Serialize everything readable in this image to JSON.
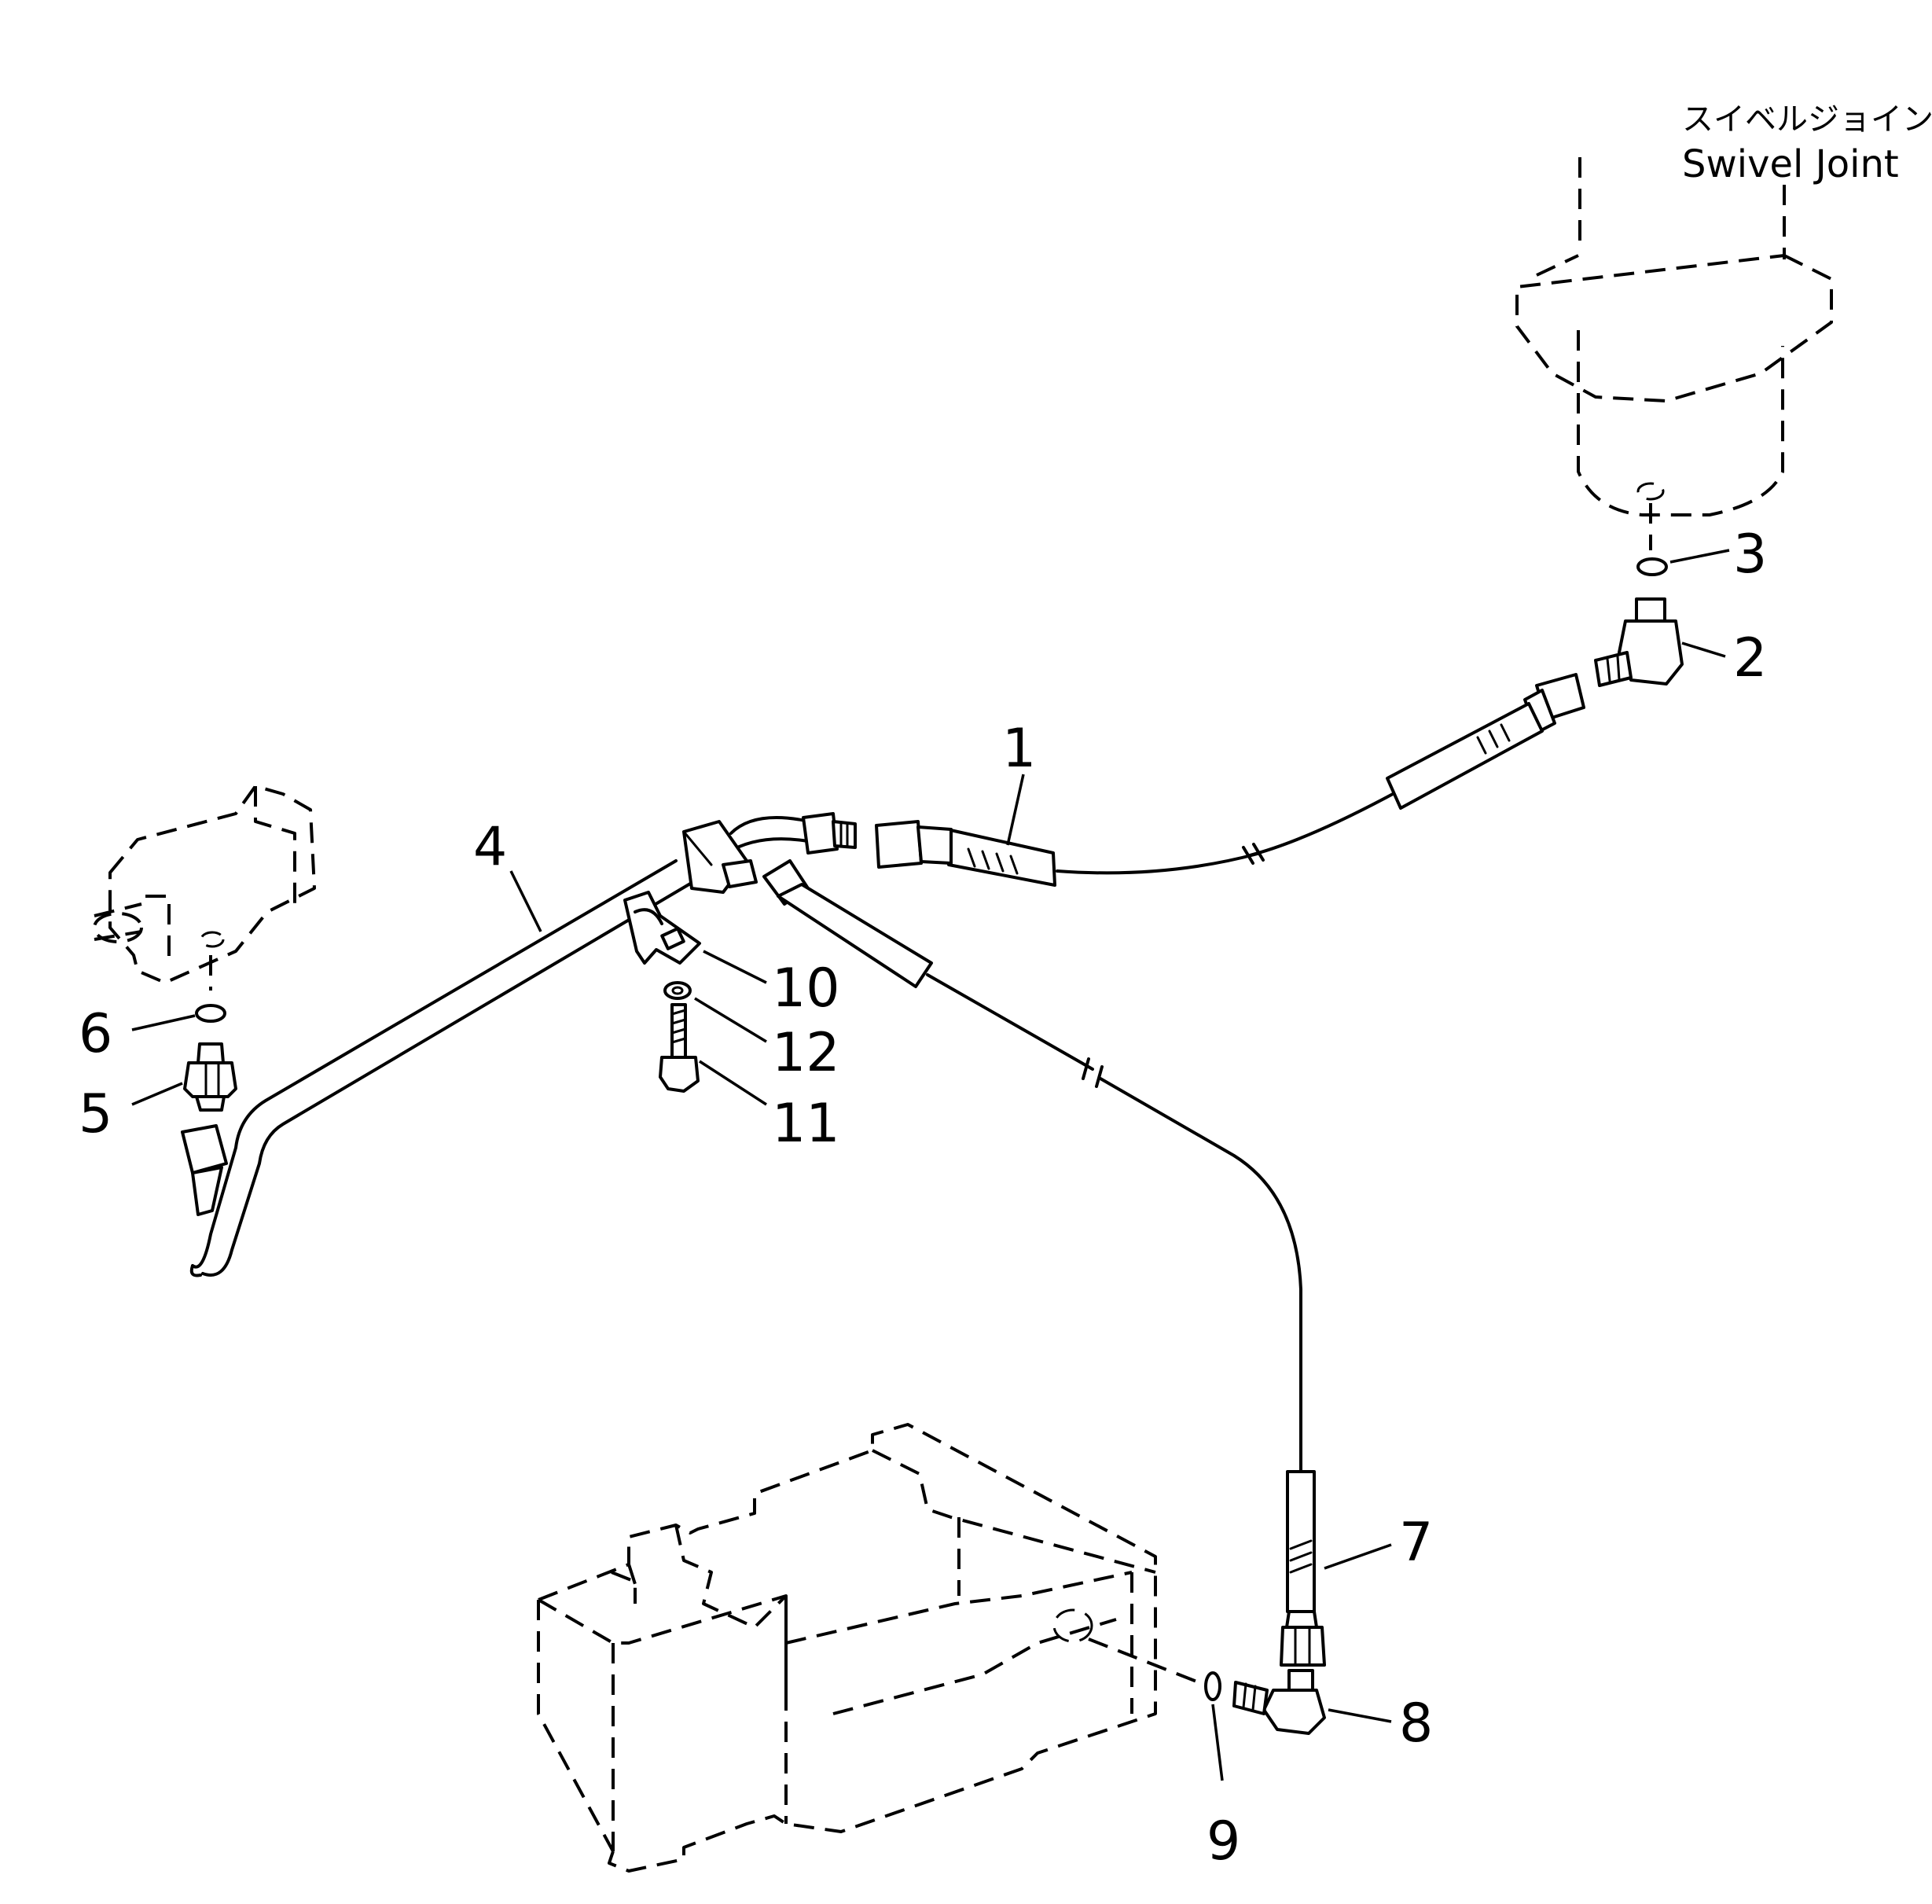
{
  "title": {
    "japanese": "スイベルジョイント",
    "english": "Swivel Joint"
  },
  "part_labels": {
    "p1": "1",
    "p2": "2",
    "p3": "3",
    "p4": "4",
    "p5": "5",
    "p6": "6",
    "p7": "7",
    "p8": "8",
    "p9": "9",
    "p10": "10",
    "p11": "11",
    "p12": "12"
  }
}
